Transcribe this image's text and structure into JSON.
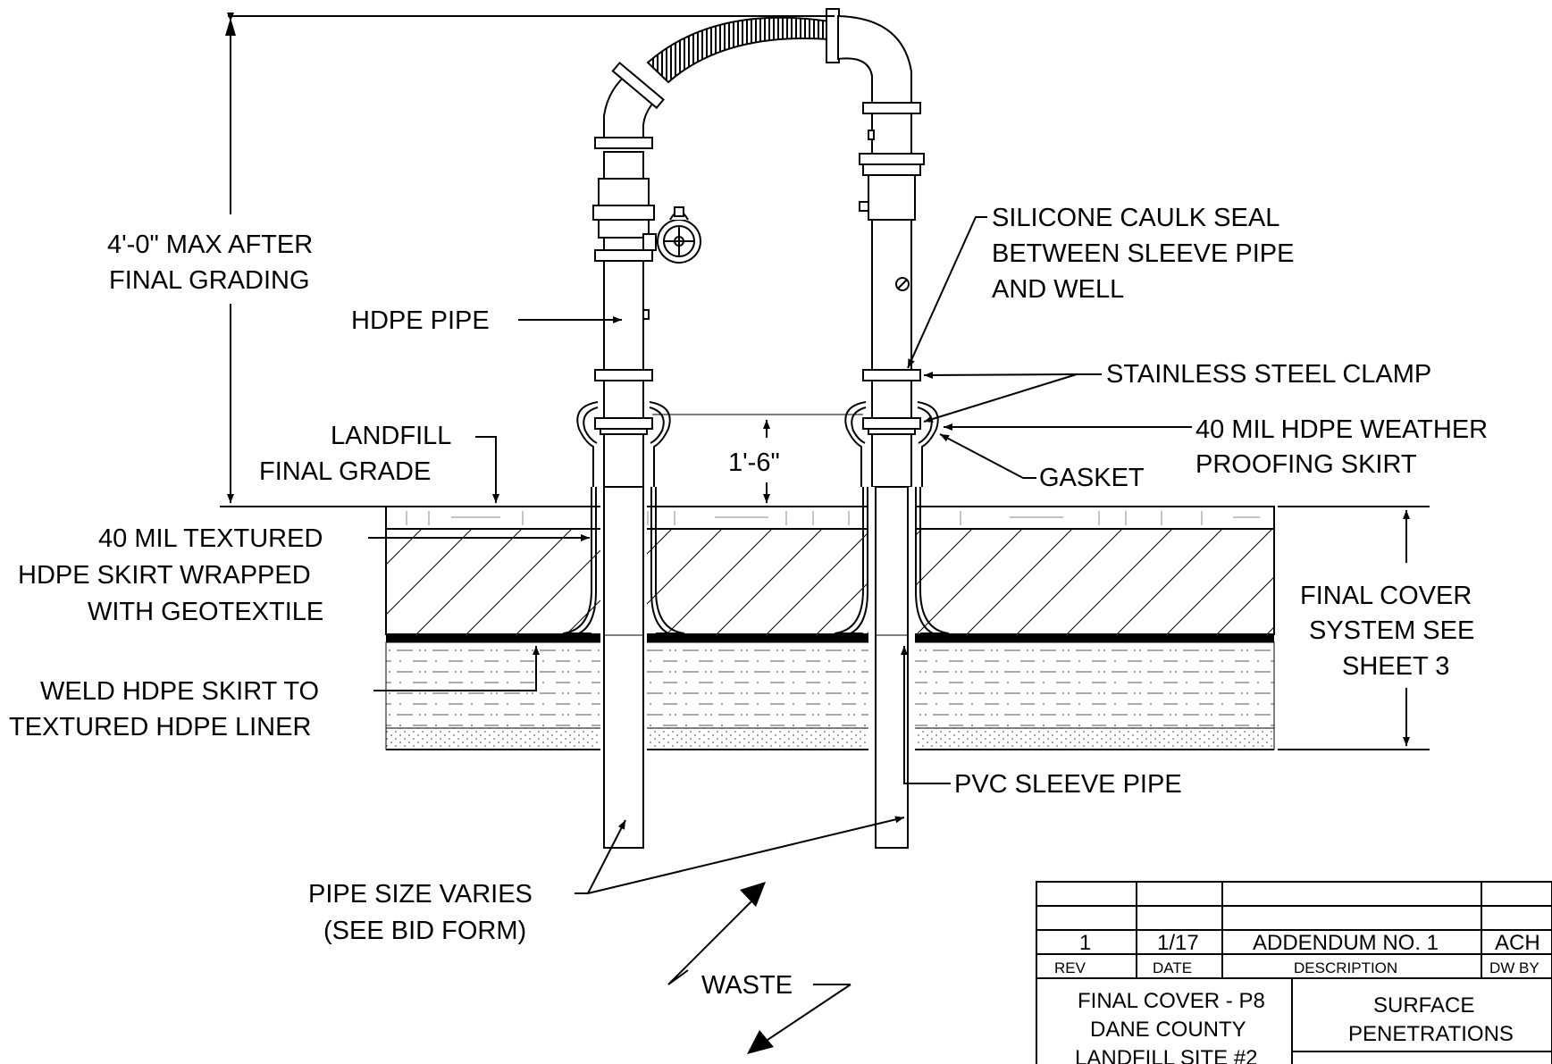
{
  "labels": {
    "height_line1": "4'-0\" MAX AFTER",
    "height_line2": "FINAL GRADING",
    "hdpe_pipe": "HDPE PIPE",
    "silicone_line1": "SILICONE CAULK SEAL",
    "silicone_line2": "BETWEEN SLEEVE PIPE",
    "silicone_line3": "AND WELL",
    "clamp": "STAINLESS STEEL CLAMP",
    "weather_line1": "40 MIL HDPE WEATHER",
    "weather_line2": "PROOFING SKIRT",
    "landfill_line1": "LANDFILL",
    "landfill_line2": "FINAL  GRADE",
    "gasket": "GASKET",
    "dim_18": "1'-6\"",
    "textured_line1": "40 MIL TEXTURED",
    "textured_line2": "HDPE SKIRT WRAPPED",
    "textured_line3": "WITH GEOTEXTILE",
    "cover_line1": "FINAL COVER",
    "cover_line2": "SYSTEM SEE",
    "cover_line3": "SHEET 3",
    "weld_line1": "WELD HDPE SKIRT TO",
    "weld_line2": "TEXTURED HDPE LINER",
    "pvc_sleeve": "PVC SLEEVE PIPE",
    "pipe_size_line1": "PIPE SIZE VARIES",
    "pipe_size_line2": "(SEE BID FORM)",
    "waste": "WASTE"
  },
  "title_block": {
    "revision": {
      "rev": "1",
      "date": "1/17",
      "description": "ADDENDUM NO. 1",
      "drawn_by": "ACH"
    },
    "headers": {
      "rev": "REV",
      "date": "DATE",
      "description": "DESCRIPTION",
      "drawn_by": "DW BY"
    },
    "project_line1": "FINAL COVER - P8",
    "project_line2": "DANE COUNTY",
    "project_line3": "LANDFILL SITE #2",
    "sheet_title_line1": "SURFACE",
    "sheet_title_line2": "PENETRATIONS"
  }
}
